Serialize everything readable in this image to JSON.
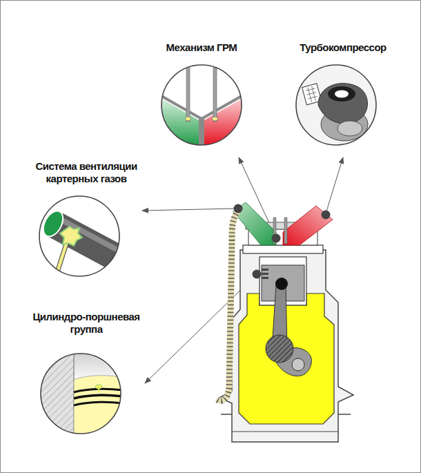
{
  "diagram": {
    "nodes": [
      {
        "text": [
          "Механизм ГРМ"
        ]
      },
      {
        "text": [
          "Турбокомпрессор"
        ]
      },
      {
        "text": [
          "Система вентиляции картерных газов"
        ]
      },
      {
        "text": [
          "Цилиндро-поршневая группа"
        ]
      }
    ]
  }
}
